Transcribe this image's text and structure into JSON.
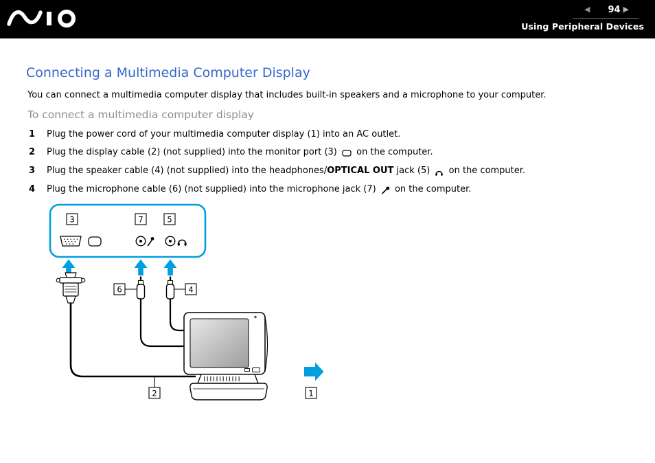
{
  "header": {
    "logo": "VAIO",
    "prev_icon": "◀",
    "next_icon": "▶",
    "page_number": "94",
    "section": "Using Peripheral Devices"
  },
  "content": {
    "title": "Connecting a Multimedia Computer Display",
    "intro": "You can connect a multimedia computer display that includes built-in speakers and a microphone to your computer.",
    "subtitle": "To connect a multimedia computer display",
    "steps": [
      {
        "num": "1",
        "text1": "Plug the power cord of your multimedia computer display (1) into an AC outlet."
      },
      {
        "num": "2",
        "text1": "Plug the display cable (2) (not supplied) into the monitor port (3)",
        "icon": "monitor-port-icon",
        "text3": "on the computer."
      },
      {
        "num": "3",
        "text1": "Plug the speaker cable (4) (not supplied) into the headphones/",
        "bold": "OPTICAL OUT",
        "text2": "jack (5)",
        "icon": "headphones-icon",
        "text3": "on the computer."
      },
      {
        "num": "4",
        "text1": "Plug the microphone cable (6) (not supplied) into the microphone jack (7)",
        "icon": "microphone-icon",
        "text3": "on the computer."
      }
    ]
  },
  "diagram": {
    "accent_color": "#00A0E0",
    "labels": {
      "monitor_port": "3",
      "microphone_jack": "7",
      "headphones_jack": "5",
      "microphone_cable": "6",
      "speaker_cable": "4",
      "display_cable": "2",
      "power_cord": "1"
    }
  },
  "colors": {
    "title_blue": "#3366CC",
    "subtitle_gray": "#8E8E8E",
    "diagram_blue": "#00A0E0",
    "header_black": "#000000"
  }
}
